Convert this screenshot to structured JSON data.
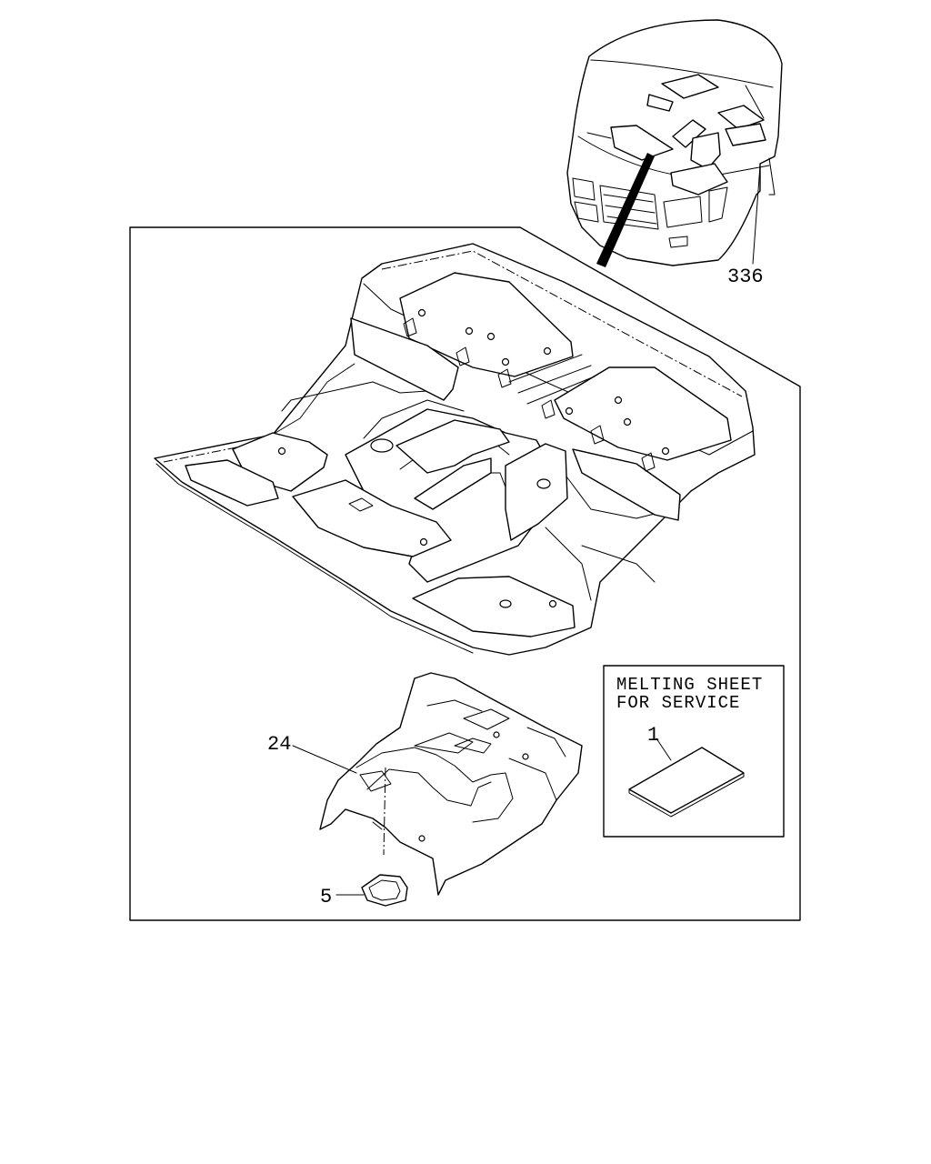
{
  "callouts": {
    "cab": "336",
    "rear_floor": "24",
    "grommet": "5",
    "melting_sheet": "1"
  },
  "note_box": {
    "line1": "MELTING SHEET",
    "line2": "FOR SERVICE"
  }
}
